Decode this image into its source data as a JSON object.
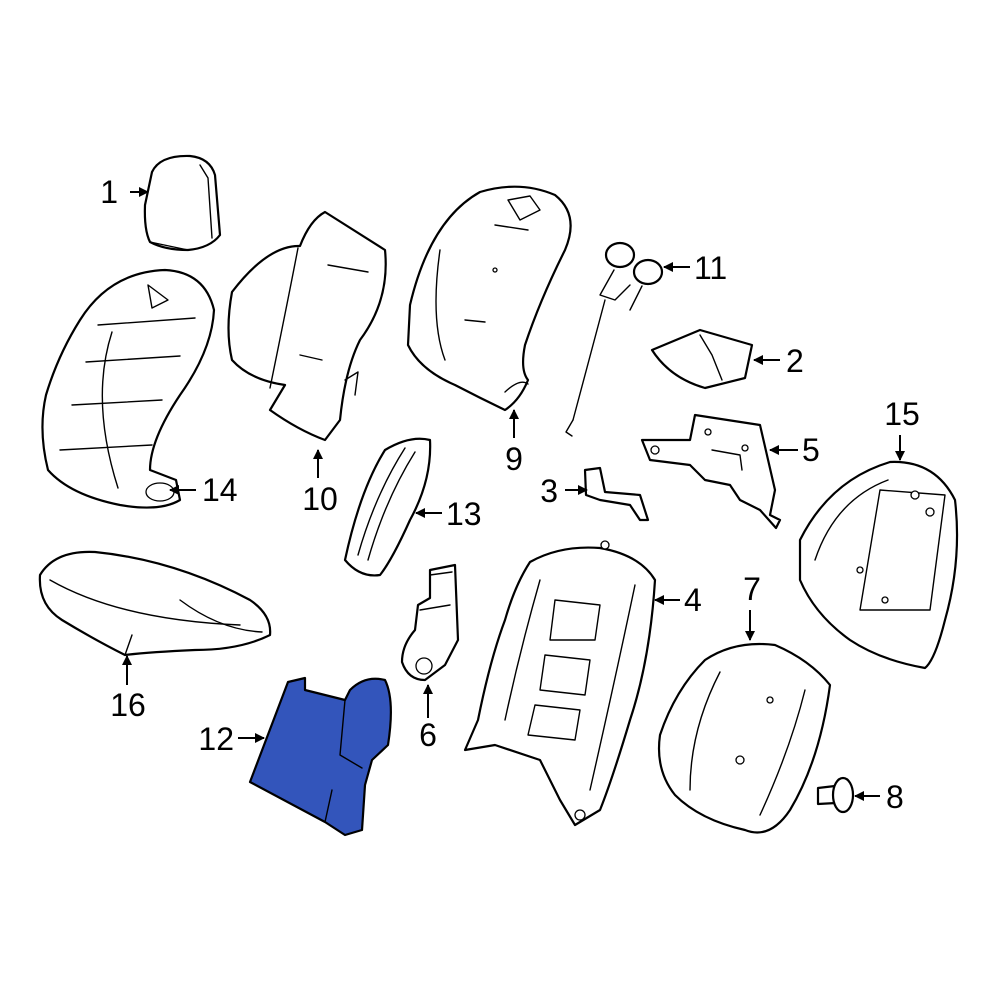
{
  "diagram": {
    "highlight_color": "#3355bb",
    "highlighted_part": "12",
    "callouts": [
      "1",
      "2",
      "3",
      "4",
      "5",
      "6",
      "7",
      "8",
      "9",
      "10",
      "11",
      "12",
      "13",
      "14",
      "15",
      "16"
    ]
  }
}
